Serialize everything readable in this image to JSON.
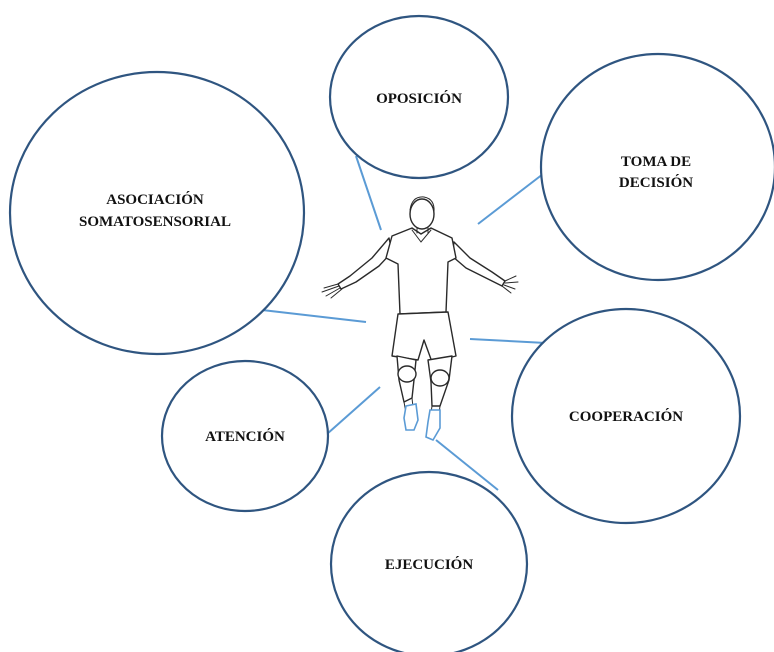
{
  "nodes": {
    "oposicion": {
      "label": "OPOSICIÓN"
    },
    "toma_de_decision": {
      "label_line1": "TOMA DE",
      "label_line2": "DECISIÓN"
    },
    "asociacion_somatosensorial": {
      "label_line1": "ASOCIACIÓN",
      "label_line2": "SOMATOSENSORIAL"
    },
    "cooperacion": {
      "label": "COOPERACIÓN"
    },
    "atencion": {
      "label": "ATENCIÓN"
    },
    "ejecucion": {
      "label": "EJECUCIÓN"
    }
  },
  "colors": {
    "circle_stroke": "#2f5580",
    "connector": "#5b9bd5",
    "text": "#111111"
  },
  "center_figure": {
    "icon": "soccer-player-celebrating-icon"
  }
}
